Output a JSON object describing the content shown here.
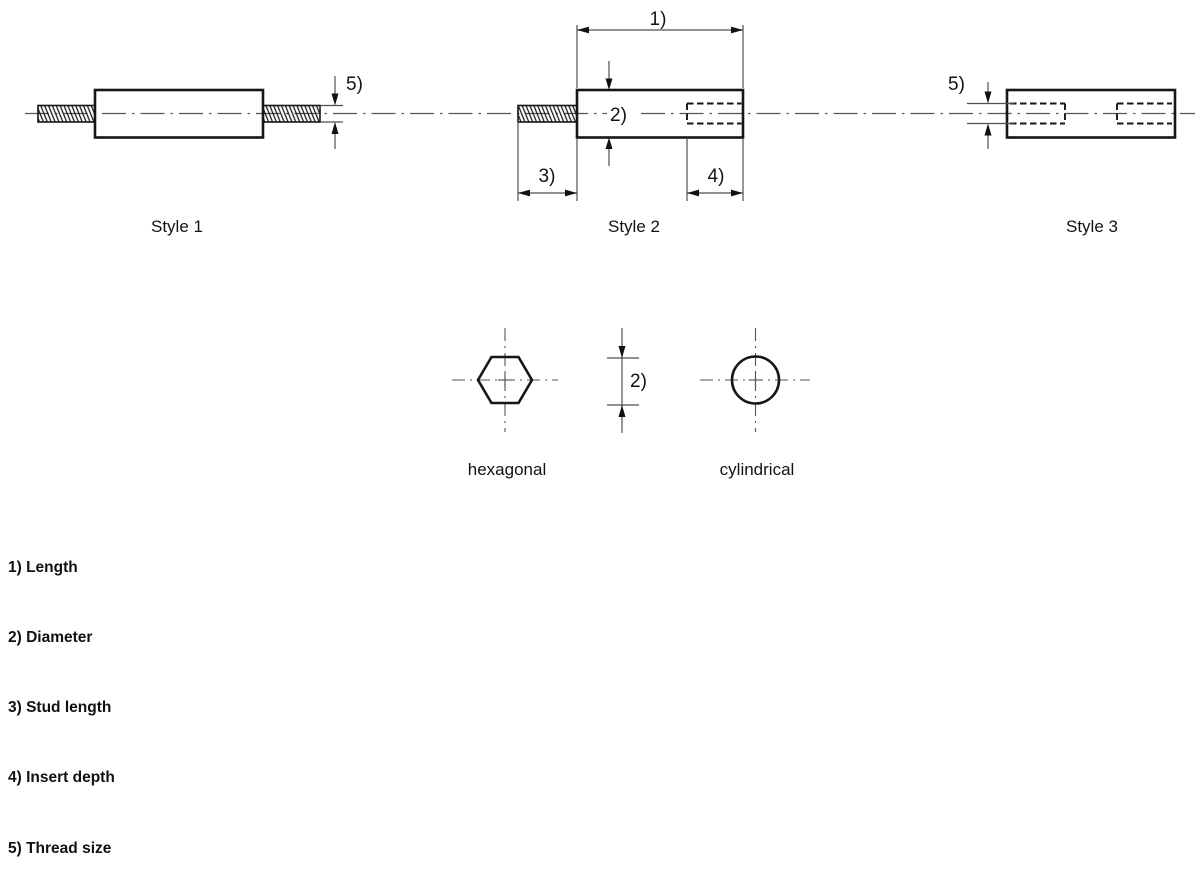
{
  "drawing": {
    "callout_labels": {
      "length": "1)",
      "diameter": "2)",
      "stud_length": "3)",
      "insert_depth": "4)",
      "thread_size": "5)"
    },
    "style_labels": {
      "style1": "Style 1",
      "style2": "Style 2",
      "style3": "Style 3"
    },
    "section_labels": {
      "hexagonal": "hexagonal",
      "cylindrical": "cylindrical"
    },
    "legend": {
      "items": [
        "1) Length",
        "2) Diameter",
        "3) Stud length",
        "4) Insert depth",
        "5) Thread size"
      ]
    },
    "colors": {
      "outline": "#161616",
      "thin_line": "#4f4f4f",
      "text": "#131313",
      "background": "#ffffff"
    }
  }
}
